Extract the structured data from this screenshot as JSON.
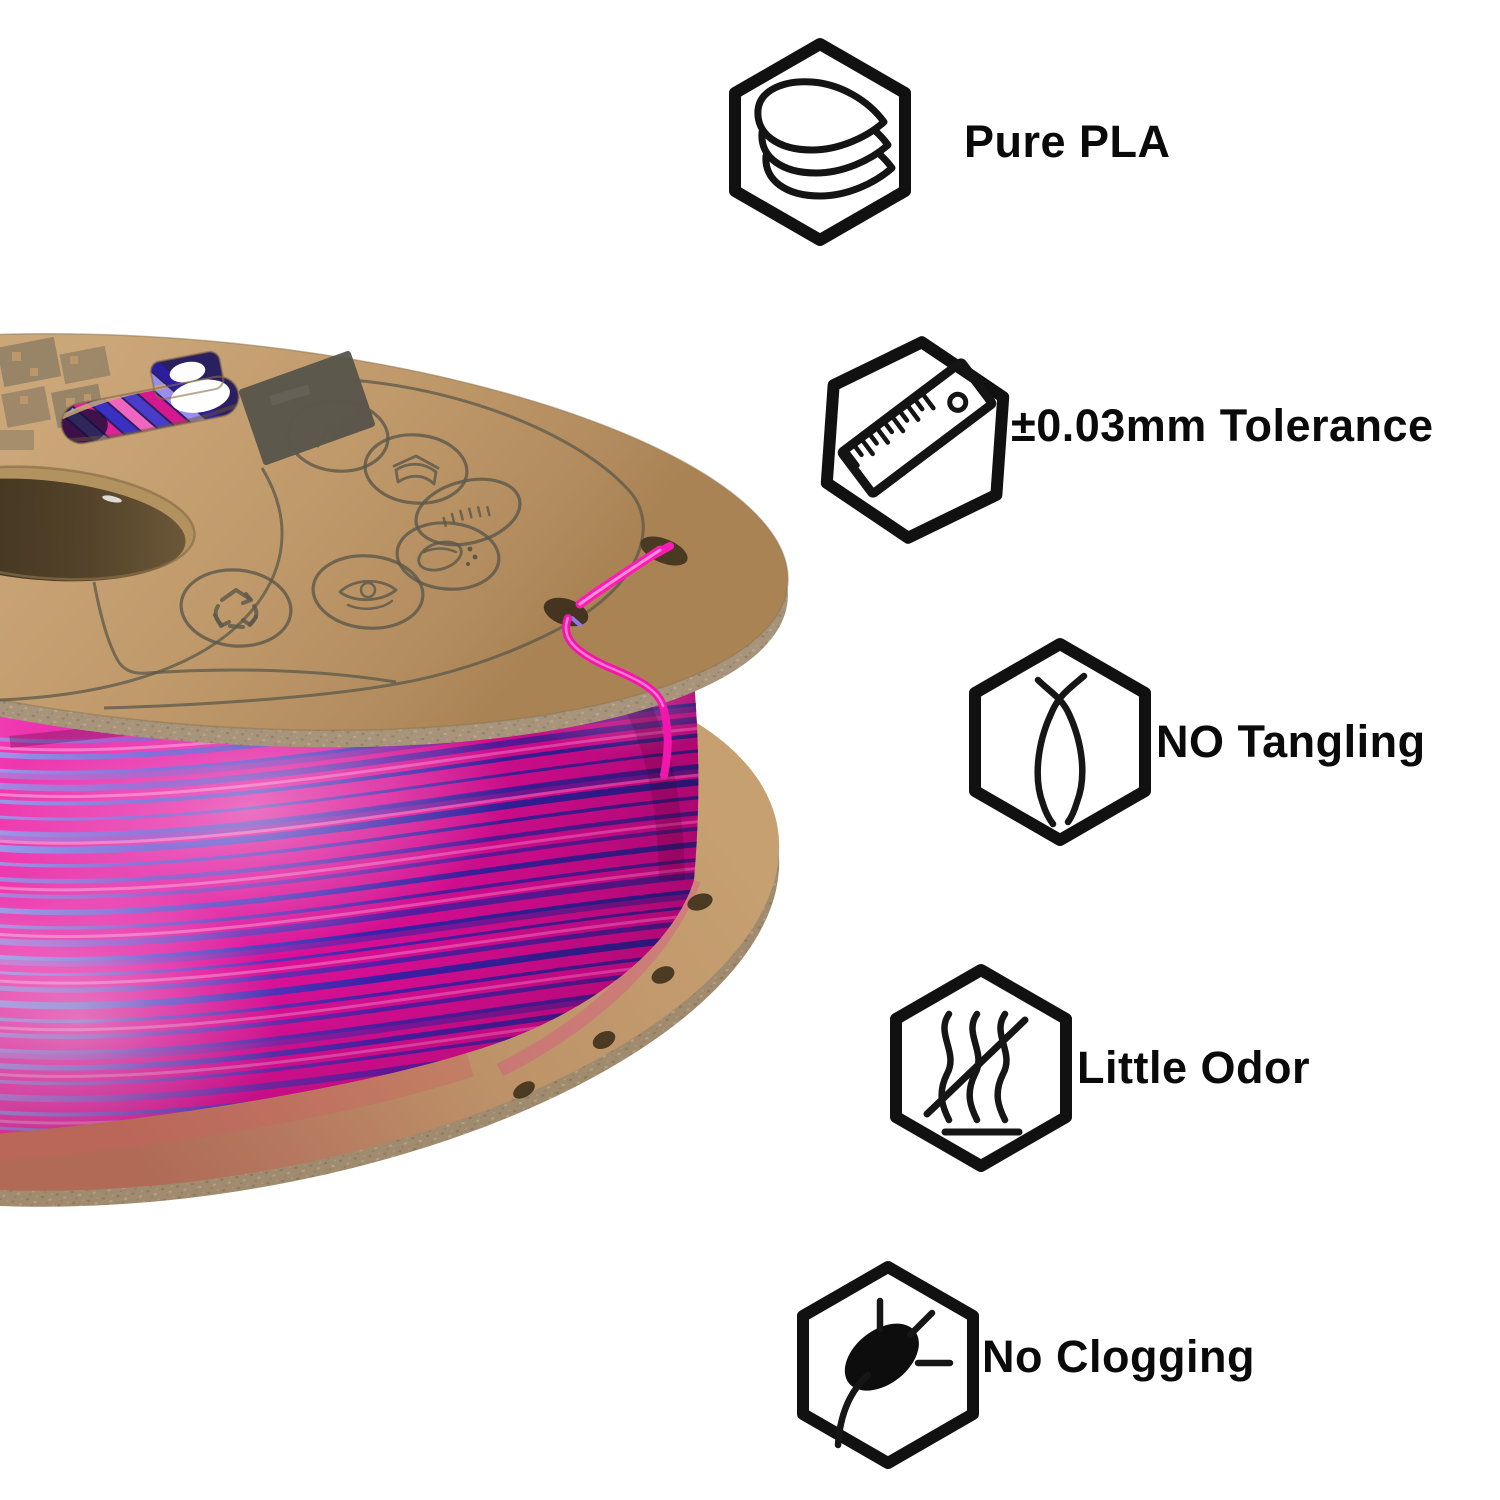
{
  "background": "#ffffff",
  "photo": {
    "description": "Cardboard spool wound with dual-color silk PLA 3D printer filament",
    "filament_colors": [
      "#e4149e",
      "#3a2fc0"
    ],
    "spool_material": "kraft-cardboard",
    "face_print_icons": [
      "lightning-icon",
      "open-book-icon",
      "oval-badge-icon",
      "globe-icon",
      "eye-icon",
      "recycle-icon"
    ],
    "palette": {
      "cardboard": "#bf9a6b",
      "cardboard_edge": "#a7947a",
      "hole_shadow": "#43351f",
      "print_ink": "#5b584a",
      "filament_magenta": "#d60e92",
      "filament_blue": "#2f22ae",
      "filament_highlight": "#ff8fd6",
      "tail_magenta": "#ff1ab4"
    }
  },
  "features": [
    {
      "label": "Pure PLA",
      "icon": "stacked-layers-icon"
    },
    {
      "label": "±0.03mm Tolerance",
      "icon": "ruler-icon"
    },
    {
      "label": "NO Tangling",
      "icon": "no-tangling-icon"
    },
    {
      "label": "Little Odor",
      "icon": "little-odor-icon"
    },
    {
      "label": "No Clogging",
      "icon": "no-clogging-icon"
    }
  ]
}
